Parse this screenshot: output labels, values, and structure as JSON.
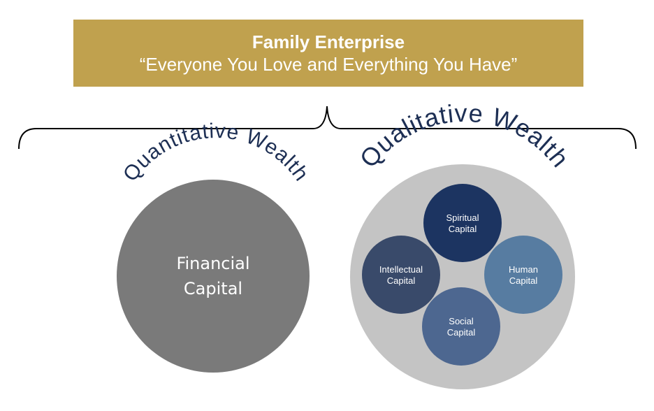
{
  "banner": {
    "title": "Family Enterprise",
    "subtitle": "“Everyone You Love and Everything You Have”"
  },
  "quantitative": {
    "arc_label": "Quantitative Wealth",
    "circle_line1": "Financial",
    "circle_line2": "Capital"
  },
  "qualitative": {
    "arc_label": "Qualitative Wealth",
    "spiritual": [
      "Spiritual",
      "Capital"
    ],
    "intellectual": [
      "Intellectual",
      "Capital"
    ],
    "human": [
      "Human",
      "Capital"
    ],
    "social": [
      "Social",
      "Capital"
    ]
  },
  "colors": {
    "banner": "#c0a14e",
    "navy_text": "#1d2f54",
    "financial": "#7a7a7a",
    "qual_bg": "#c4c4c4",
    "spiritual": "#1c3461",
    "intellectual": "#394a6a",
    "human": "#577ca1",
    "social": "#4d6790"
  }
}
